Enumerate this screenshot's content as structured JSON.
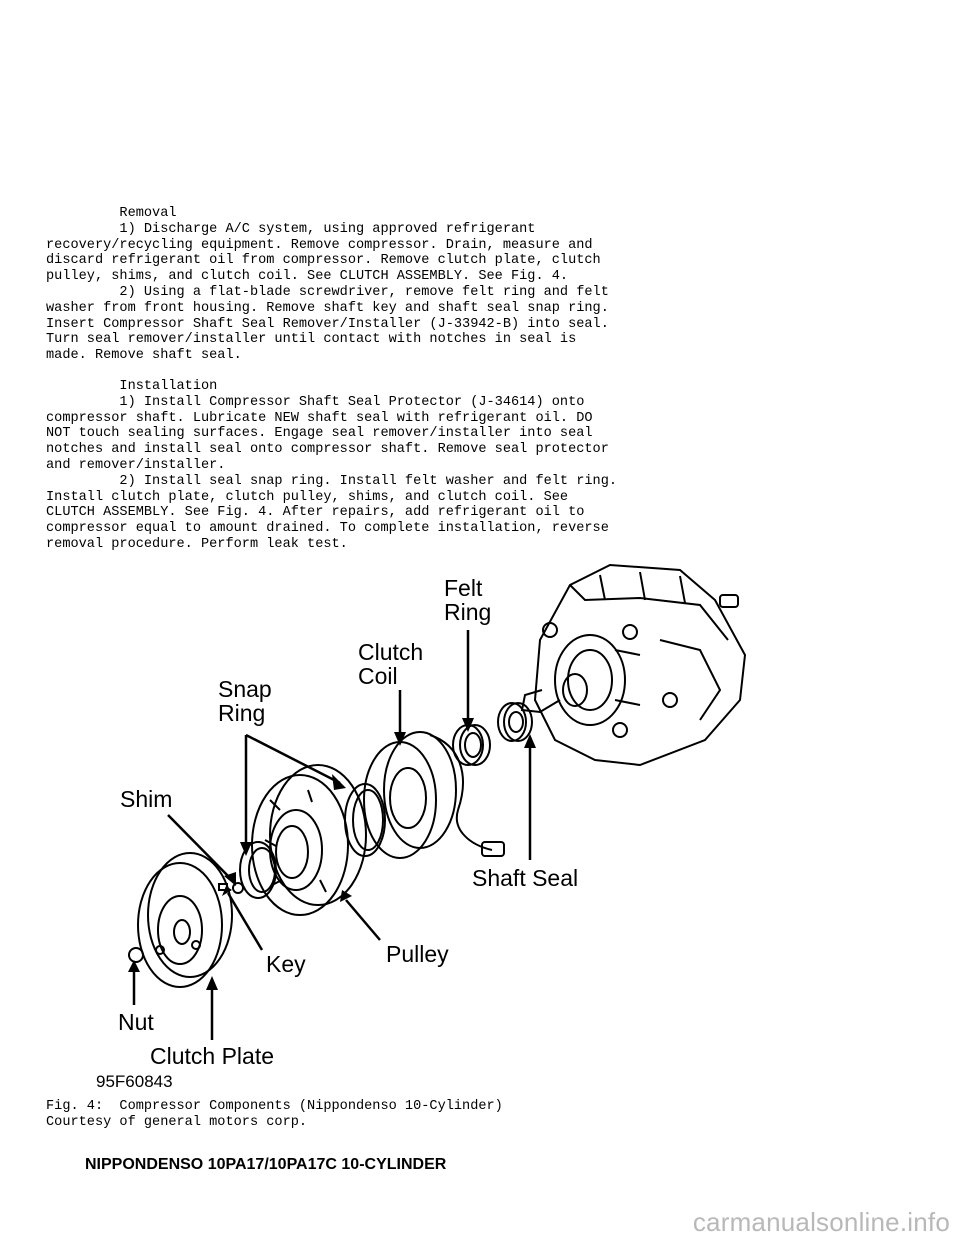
{
  "removal": {
    "heading": "Removal",
    "step1": "1) Discharge A/C system, using approved refrigerant recovery/recycling equipment. Remove compressor. Drain, measure and discard refrigerant oil from compressor. Remove clutch plate, clutch pulley, shims, and clutch coil. See CLUTCH ASSEMBLY. See Fig. 4.",
    "step2": "2) Using a flat-blade screwdriver, remove felt ring and felt washer from front housing. Remove shaft key and shaft seal snap ring. Insert Compressor Shaft Seal Remover/Installer (J-33942-B) into seal. Turn seal remover/installer until contact with notches in seal is made. Remove shaft seal."
  },
  "installation": {
    "heading": "Installation",
    "step1": "1) Install Compressor Shaft Seal Protector (J-34614) onto compressor shaft. Lubricate NEW shaft seal with refrigerant oil. DO NOT touch sealing surfaces. Engage seal remover/installer into seal notches and install seal onto compressor shaft. Remove seal protector and remover/installer.",
    "step2": "2) Install seal snap ring. Install felt washer and felt ring. Install clutch plate, clutch pulley, shims, and clutch coil. See CLUTCH ASSEMBLY. See Fig. 4. After repairs, add refrigerant oil to compressor equal to amount drained. To complete installation, reverse removal procedure. Perform leak test."
  },
  "figure": {
    "labels": {
      "felt_ring": "Felt Ring",
      "clutch_coil": "Clutch Coil",
      "snap_ring": "Snap Ring",
      "shim": "Shim",
      "shaft_seal": "Shaft Seal",
      "key": "Key",
      "pulley": "Pulley",
      "nut": "Nut",
      "clutch_plate": "Clutch Plate"
    },
    "figure_id": "95F60843",
    "caption": "Fig. 4:  Compressor Components (Nippondenso 10-Cylinder)",
    "courtesy": "Courtesy of general motors corp."
  },
  "section_title": "NIPPONDENSO 10PA17/10PA17C 10-CYLINDER",
  "watermark": "carmanualsonline.info"
}
